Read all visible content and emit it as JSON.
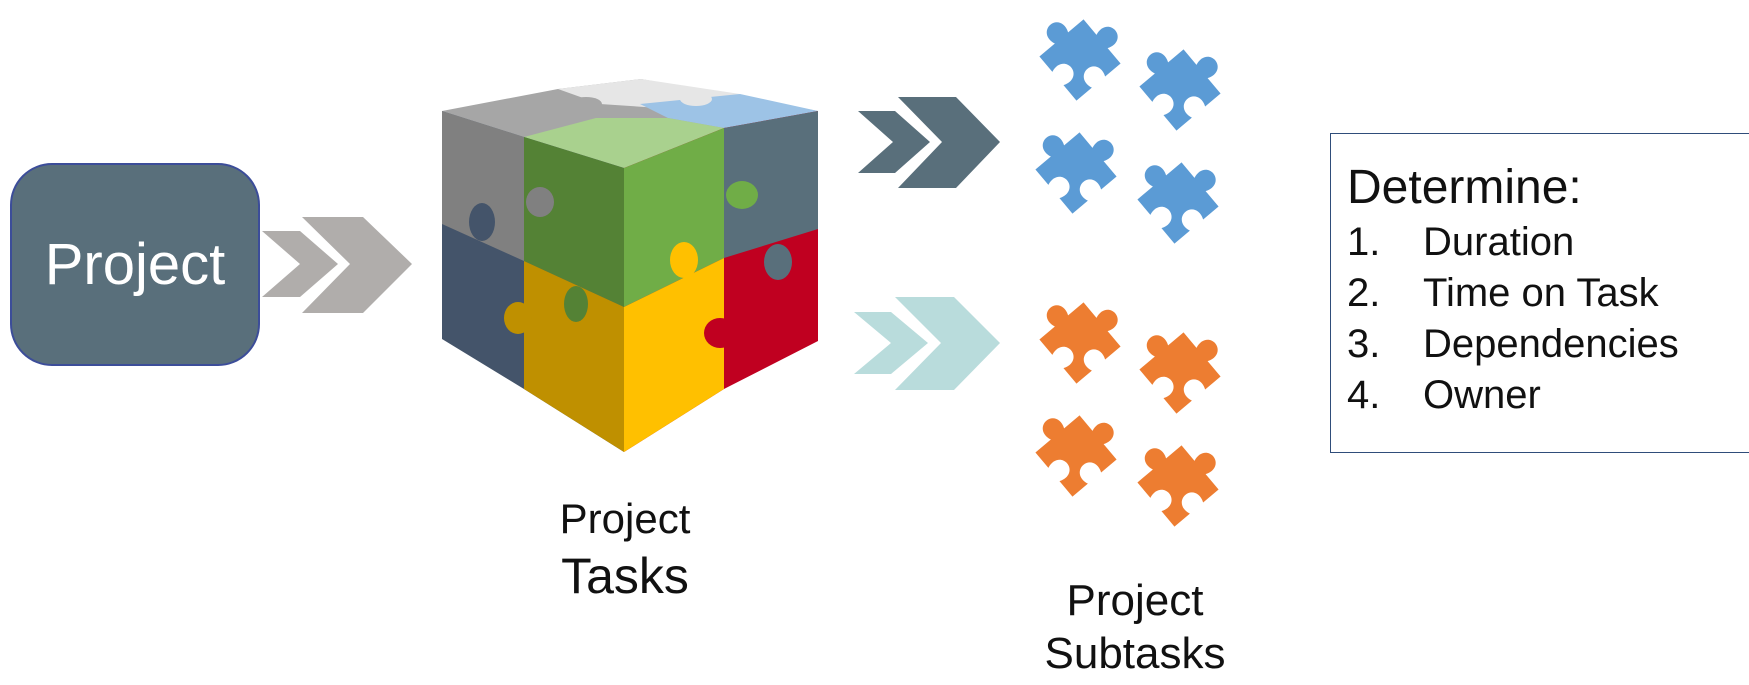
{
  "project_box": {
    "label": "Project",
    "fill": "#596f7b"
  },
  "tasks_caption": {
    "line1": "Project",
    "line2": "Tasks"
  },
  "subtasks_caption": {
    "line1": "Project",
    "line2": "Subtasks"
  },
  "determine": {
    "title": "Determine:",
    "items": [
      {
        "num": "1.",
        "label": "Duration"
      },
      {
        "num": "2.",
        "label": "Time on Task"
      },
      {
        "num": "3.",
        "label": "Dependencies"
      },
      {
        "num": "4.",
        "label": "Owner"
      }
    ]
  },
  "colors": {
    "gray_chevron": "#b0adab",
    "slate_chevron": "#596f7b",
    "mint_chevron": "#b9dcdc",
    "blue_pieces": "#5b9bd5",
    "orange_pieces": "#ed7d31",
    "cube_green": "#548235",
    "cube_lightgreen": "#70ad47",
    "cube_gold": "#bf9000",
    "cube_yellow": "#ffc000",
    "cube_red": "#c00020",
    "cube_navy": "#44546a",
    "cube_gray": "#808080"
  }
}
